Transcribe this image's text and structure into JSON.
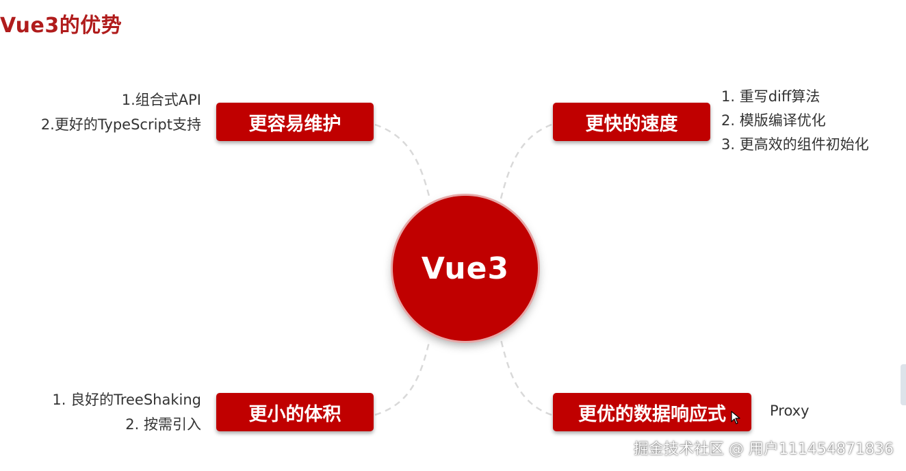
{
  "title": "Vue3的优势",
  "center": {
    "label": "Vue3"
  },
  "branches": {
    "top_left": {
      "label": "更容易维护",
      "notes": [
        "1.组合式API",
        "2.更好的TypeScript支持"
      ]
    },
    "top_right": {
      "label": "更快的速度",
      "notes": [
        "1. 重写diff算法",
        "2. 模版编译优化",
        "3. 更高效的组件初始化"
      ]
    },
    "bottom_left": {
      "label": "更小的体积",
      "notes": [
        "1. 良好的TreeShaking",
        "2. 按需引入"
      ]
    },
    "bottom_right": {
      "label": "更优的数据响应式",
      "notes": [
        "Proxy"
      ]
    }
  },
  "watermark": "掘金技术社区 @ 用户111454871836",
  "colors": {
    "accent": "#c00000",
    "title": "#b01c1c",
    "connector": "#d9d9d9",
    "note_text": "#333333"
  },
  "icons": {
    "cursor": "mouse-pointer-icon"
  }
}
